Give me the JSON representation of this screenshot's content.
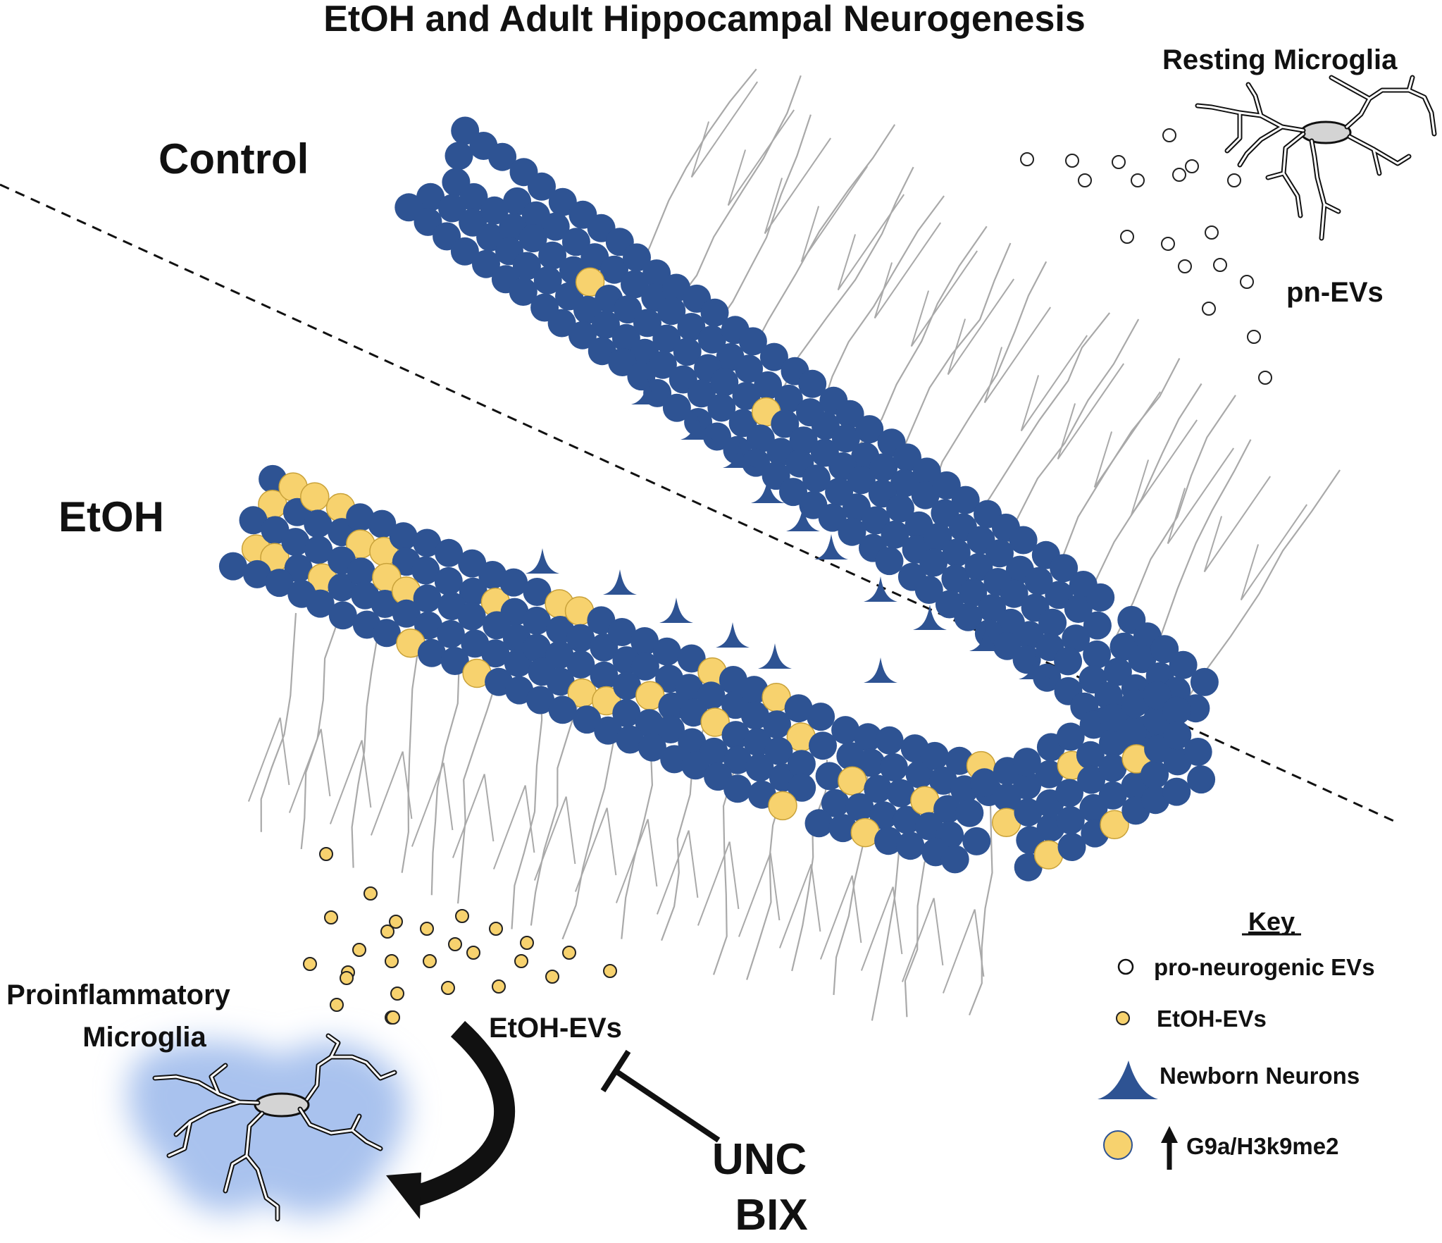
{
  "title": "EtOH and Adult Hippocampal Neurogenesis",
  "labels": {
    "control": "Control",
    "etoh": "EtOH",
    "resting_microglia": "Resting Microglia",
    "pn_evs": "pn-EVs",
    "proinflammatory_line1": "Proinflammatory",
    "proinflammatory_line2": "Microglia",
    "etoh_evs": "EtOH-EVs",
    "inhibitor_line1": "UNC",
    "inhibitor_line2": "BIX"
  },
  "key": {
    "title": "Key",
    "items": [
      {
        "symbol": "open-circle-icon",
        "label": "pro-neurogenic EVs"
      },
      {
        "symbol": "small-yellow-circle-icon",
        "label": "EtOH-EVs"
      },
      {
        "symbol": "newborn-neuron-icon",
        "label": "Newborn Neurons"
      },
      {
        "symbol": "large-yellow-circle-icon",
        "label": "G9a/H3k9me2"
      }
    ]
  },
  "colors": {
    "neuron": "#2e5393",
    "g9a_cell": "#f7d26e",
    "dendrite": "#a9a9a9",
    "microglia_halo": "#a9c2ee",
    "microglia_fill": "#d4d4d4",
    "text": "#111111"
  }
}
